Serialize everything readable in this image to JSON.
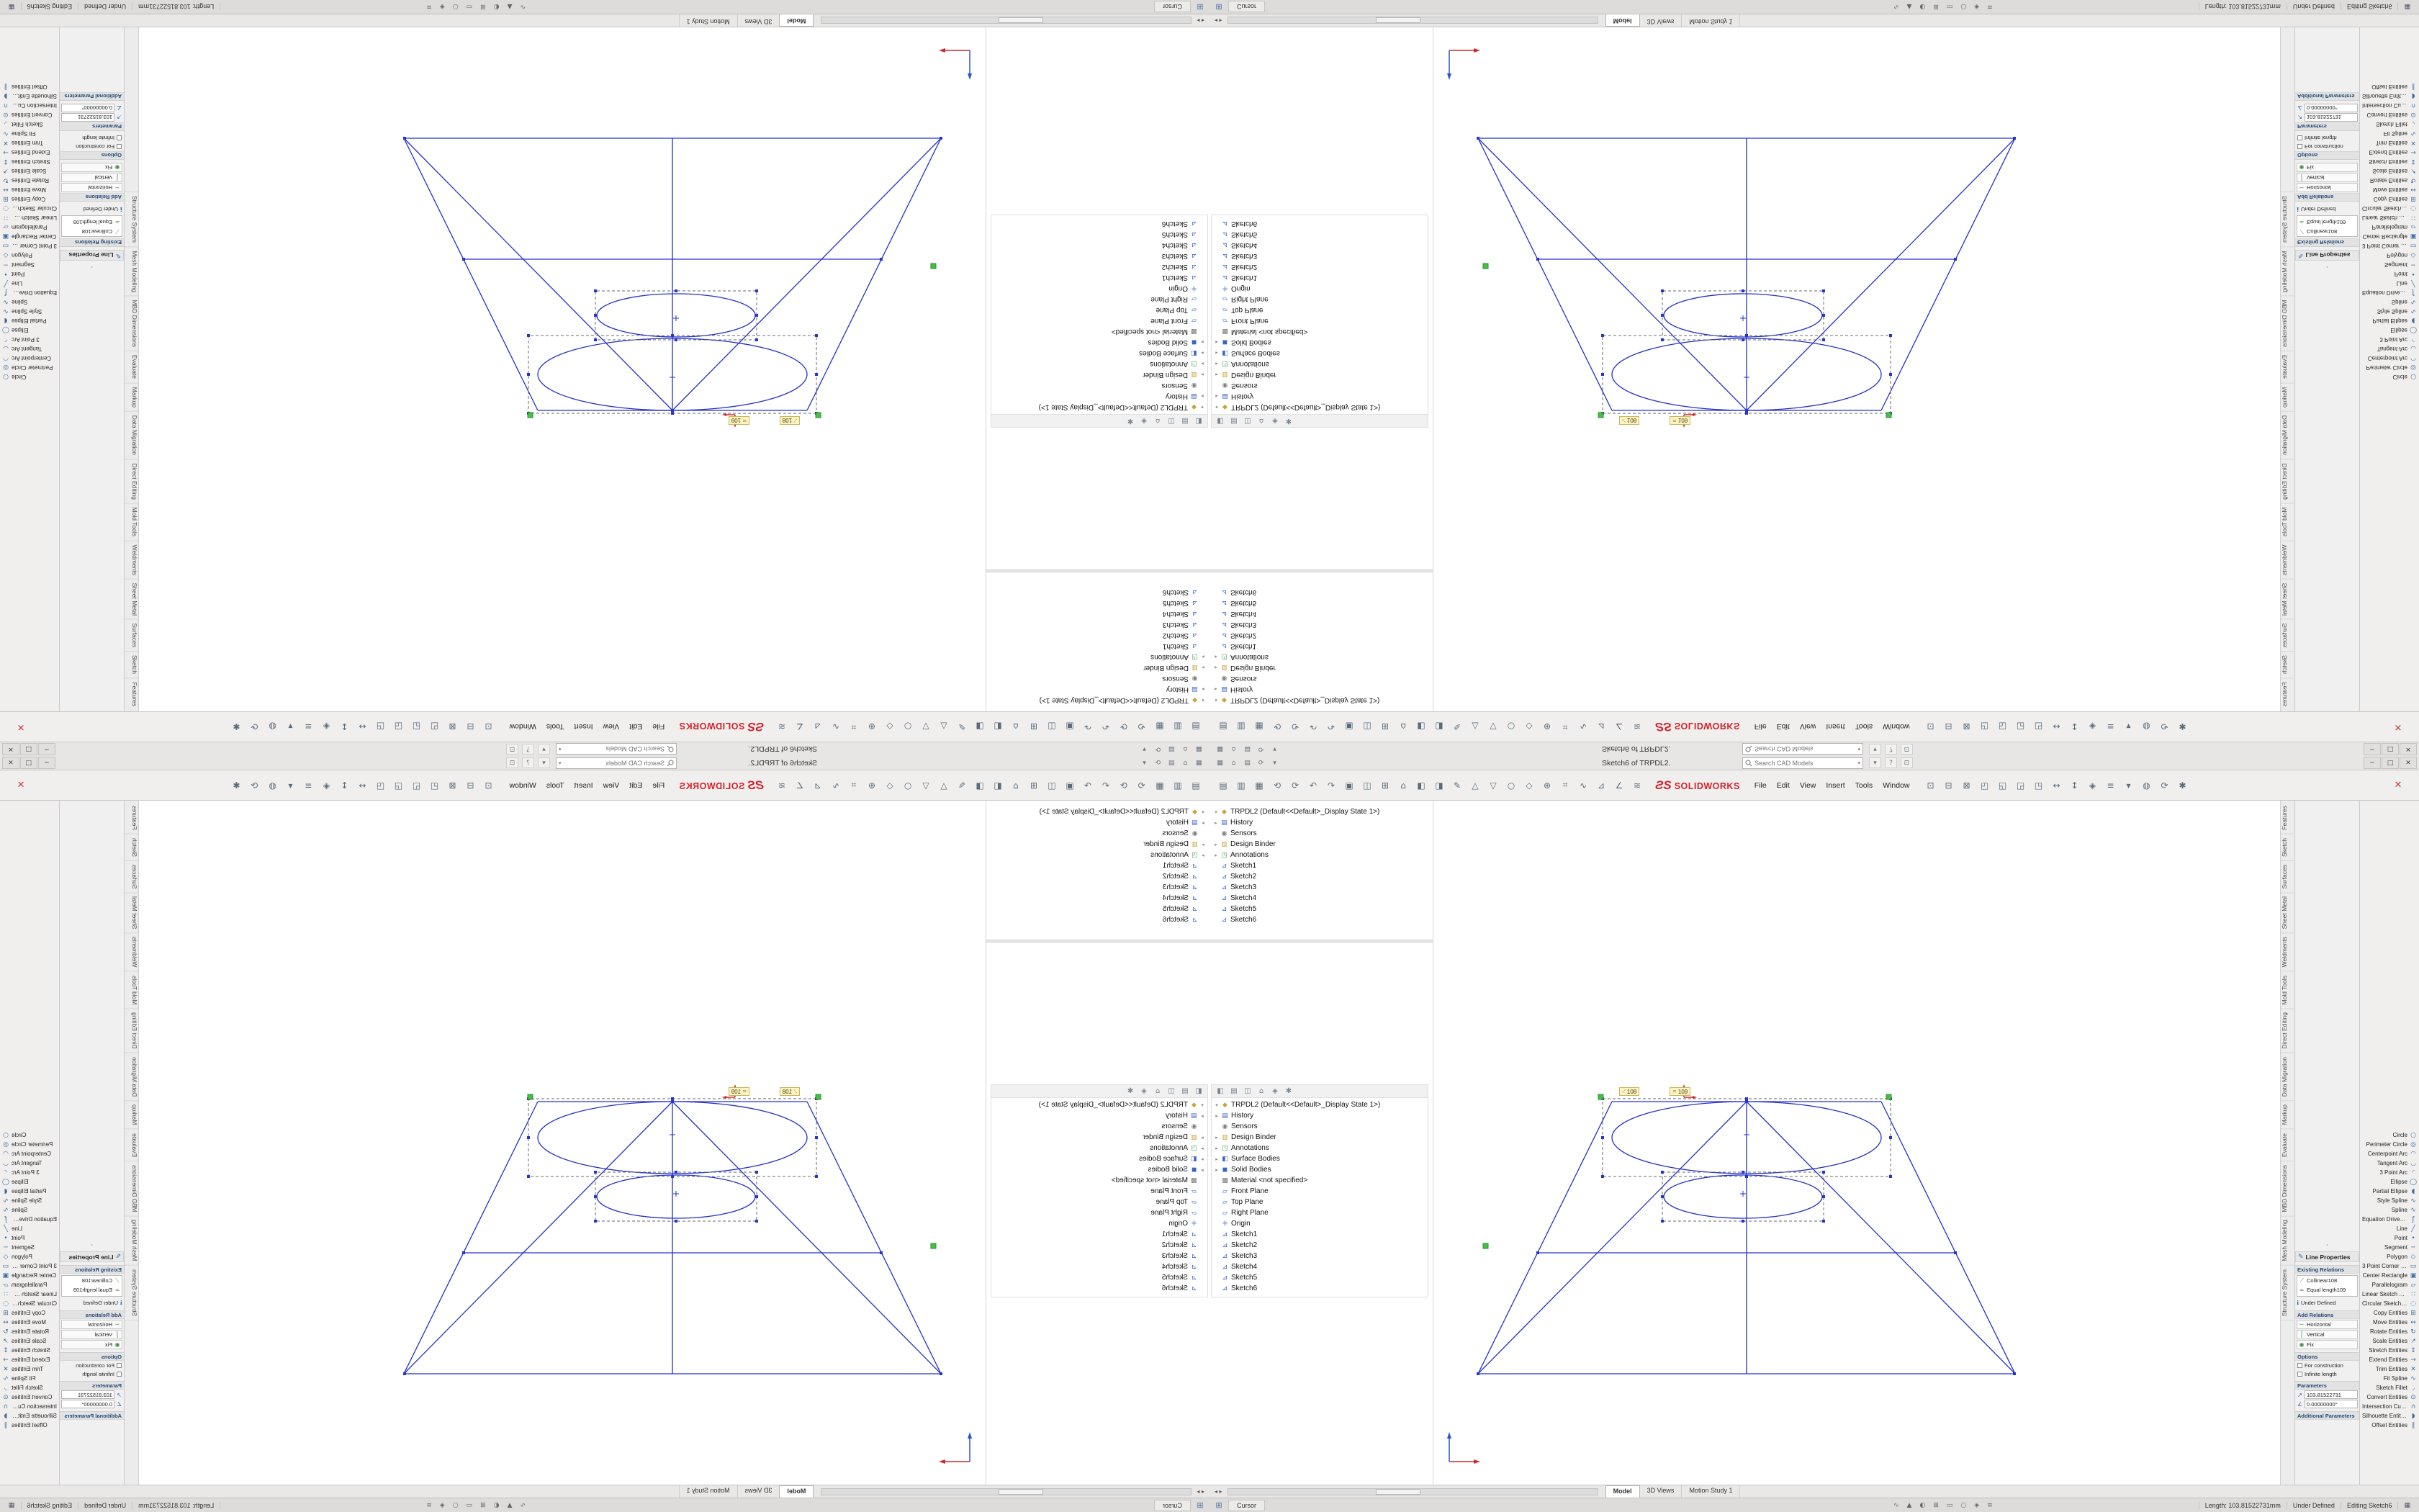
{
  "titlebar": {
    "title": "Sketch6 of TRPDL2.",
    "search_placeholder": "Search CAD Models",
    "left_icons": [
      "▦",
      "⌂",
      "▤",
      "⟳",
      "▾"
    ],
    "right_icons": [
      "▾",
      "?",
      "⊡"
    ],
    "window_controls": [
      "─",
      "□",
      "✕"
    ]
  },
  "menubar": {
    "logo_mark": "ƧS",
    "brand": "SOLIDWORKS",
    "menus": [
      "File",
      "Edit",
      "View",
      "Insert",
      "Tools",
      "Window"
    ],
    "icons_left": [
      "▤",
      "▥",
      "▦",
      "⟲",
      "⟳",
      "↶",
      "↷",
      "▣",
      "◫",
      "⊞",
      "⌂",
      "◧",
      "◨",
      "✎",
      "△",
      "▽",
      "○",
      "◇",
      "⊕",
      "⌗",
      "∿",
      "⊿",
      "∠",
      "≋"
    ],
    "icons_right": [
      "⊡",
      "⊟",
      "⊠",
      "◰",
      "◱",
      "◲",
      "◳",
      "↔",
      "↕",
      "◈",
      "≡",
      "▾",
      "◍",
      "⟳",
      "✱"
    ],
    "exit_glyph": "✕"
  },
  "featuretree": {
    "header_icons": [
      "◧",
      "▤",
      "◫",
      "⌂",
      "◈",
      "✱"
    ],
    "top_items": [
      {
        "a": "▾",
        "g": "◆",
        "c": "gold",
        "label": "TRPDL2 (Default<<Default>_Display State 1>)"
      },
      {
        "a": "▸",
        "g": "▤",
        "c": "blue",
        "label": "History"
      },
      {
        "a": "",
        "g": "◉",
        "c": "gray",
        "label": "Sensors"
      },
      {
        "a": "▸",
        "g": "▥",
        "c": "gold",
        "label": "Design Binder"
      },
      {
        "a": "▸",
        "g": "◳",
        "c": "green",
        "label": "Annotations"
      },
      {
        "a": "",
        "g": "⊿",
        "c": "blue",
        "label": "Sketch1"
      },
      {
        "a": "",
        "g": "⊿",
        "c": "blue",
        "label": "Sketch2"
      },
      {
        "a": "",
        "g": "⊿",
        "c": "blue",
        "label": "Sketch3"
      },
      {
        "a": "",
        "g": "⊿",
        "c": "blue",
        "label": "Sketch4"
      },
      {
        "a": "",
        "g": "⊿",
        "c": "blue",
        "label": "Sketch5"
      },
      {
        "a": "",
        "g": "⊿",
        "c": "blue",
        "label": "Sketch6"
      }
    ],
    "items": [
      {
        "a": "▾",
        "g": "◆",
        "c": "gold",
        "label": "TRPDL2 (Default<<Default>_Display State 1>)"
      },
      {
        "a": "▸",
        "g": "▤",
        "c": "blue",
        "label": "History"
      },
      {
        "a": "",
        "g": "◉",
        "c": "gray",
        "label": "Sensors"
      },
      {
        "a": "▸",
        "g": "▥",
        "c": "gold",
        "label": "Design Binder"
      },
      {
        "a": "▸",
        "g": "◳",
        "c": "green",
        "label": "Annotations"
      },
      {
        "a": "▸",
        "g": "◧",
        "c": "blue",
        "label": "Surface Bodies"
      },
      {
        "a": "▸",
        "g": "◼",
        "c": "blue",
        "label": "Solid Bodies"
      },
      {
        "a": "",
        "g": "▩",
        "c": "gray",
        "label": "Material <not specified>"
      },
      {
        "a": "",
        "g": "▱",
        "c": "blue",
        "label": "Front Plane"
      },
      {
        "a": "",
        "g": "▱",
        "c": "blue",
        "label": "Top Plane"
      },
      {
        "a": "",
        "g": "▱",
        "c": "blue",
        "label": "Right Plane"
      },
      {
        "a": "",
        "g": "✛",
        "c": "blue",
        "label": "Origin"
      },
      {
        "a": "",
        "g": "⊿",
        "c": "blue",
        "label": "Sketch1"
      },
      {
        "a": "",
        "g": "⊿",
        "c": "blue",
        "label": "Sketch2"
      },
      {
        "a": "",
        "g": "⊿",
        "c": "blue",
        "label": "Sketch3"
      },
      {
        "a": "",
        "g": "⊿",
        "c": "blue",
        "label": "Sketch4"
      },
      {
        "a": "",
        "g": "⊿",
        "c": "blue",
        "label": "Sketch5"
      },
      {
        "a": "",
        "g": "⊿",
        "c": "blue",
        "label": "Sketch6"
      }
    ]
  },
  "sketch": {
    "badges": [
      {
        "g": "⟋",
        "n": "108"
      },
      {
        "g": "=",
        "n": "109"
      }
    ]
  },
  "properties": {
    "title": "Line Properties",
    "existing_relations_label": "Existing Relations",
    "relations": [
      {
        "g": "⟋",
        "label": "Collinear108"
      },
      {
        "g": "=",
        "label": "Equal length109"
      }
    ],
    "state_label": "Under Defined",
    "add_relations_label": "Add Relations",
    "add_relations": [
      {
        "g": "─",
        "label": "Horizontal"
      },
      {
        "g": "│",
        "label": "Vertical"
      },
      {
        "g": "◉",
        "label": "Fix"
      }
    ],
    "options_label": "Options",
    "options": [
      {
        "label": "For construction"
      },
      {
        "label": "Infinite length"
      }
    ],
    "parameters_label": "Parameters",
    "parameters": [
      {
        "g": "↗",
        "value": "103.81522731"
      },
      {
        "g": "∠",
        "value": "0.00000000°"
      }
    ],
    "additional_label": "Additional Parameters"
  },
  "sketch_tools": [
    {
      "g": "○",
      "label": "Circle"
    },
    {
      "g": "◎",
      "label": "Perimeter Circle"
    },
    {
      "g": "◠",
      "label": "Centerpoint Arc"
    },
    {
      "g": "◡",
      "label": "Tangent Arc"
    },
    {
      "g": "◜",
      "label": "3 Point Arc"
    },
    {
      "g": "◯",
      "label": "Ellipse"
    },
    {
      "g": "◖",
      "label": "Partial Ellipse"
    },
    {
      "g": "∿",
      "label": "Style Spline"
    },
    {
      "g": "∿",
      "label": "Spline"
    },
    {
      "g": "ƒ",
      "label": "Equation Driven Curve"
    },
    {
      "g": "╱",
      "label": "Line"
    },
    {
      "g": "•",
      "label": "Point"
    },
    {
      "g": "─",
      "label": "Segment"
    },
    {
      "g": "◇",
      "label": "Polygon"
    },
    {
      "g": "▭",
      "label": "3 Point Corner Rectangle"
    },
    {
      "g": "▣",
      "label": "Center Rectangle"
    },
    {
      "g": "▱",
      "label": "Parallelogram"
    },
    {
      "g": "∷",
      "label": "Linear Sketch Pattern"
    },
    {
      "g": "◌",
      "label": "Circular Sketch Pattern"
    },
    {
      "g": "⊞",
      "label": "Copy Entities"
    },
    {
      "g": "↔",
      "label": "Move Entities"
    },
    {
      "g": "↻",
      "label": "Rotate Entities"
    },
    {
      "g": "↗",
      "label": "Scale Entities"
    },
    {
      "g": "↕",
      "label": "Stretch Entities"
    },
    {
      "g": "→",
      "label": "Extend Entities"
    },
    {
      "g": "✕",
      "label": "Trim Entities"
    },
    {
      "g": "∿",
      "label": "Fit Spline"
    },
    {
      "g": "◞",
      "label": "Sketch Fillet"
    },
    {
      "g": "⊙",
      "label": "Convert Entities"
    },
    {
      "g": "∩",
      "label": "Intersection Curve"
    },
    {
      "g": "◗",
      "label": "Silhouette Entities"
    },
    {
      "g": "∥",
      "label": "Offset Entities"
    }
  ],
  "side_tabs": [
    "Features",
    "Sketch",
    "Surfaces",
    "Sheet Metal",
    "Weldments",
    "Mold Tools",
    "Direct Editing",
    "Data Migration",
    "Markup",
    "Evaluate",
    "MBD Dimensions",
    "Mesh Modeling",
    "Structure System"
  ],
  "bottom_tabs": [
    {
      "label": "Model",
      "cls": "active"
    },
    {
      "label": "3D Views"
    },
    {
      "label": "Motion Study 1"
    }
  ],
  "statusbar": {
    "length": "Length: 103.81522731mm",
    "state": "Under Defined",
    "editing": "Editing Sketch6"
  },
  "taskbar": {
    "start_glyph": "⊞",
    "app": "Cursor",
    "tray_icons": [
      "∿",
      "▲",
      "◐",
      "⊞",
      "▭",
      "○",
      "◈",
      "≡"
    ]
  }
}
